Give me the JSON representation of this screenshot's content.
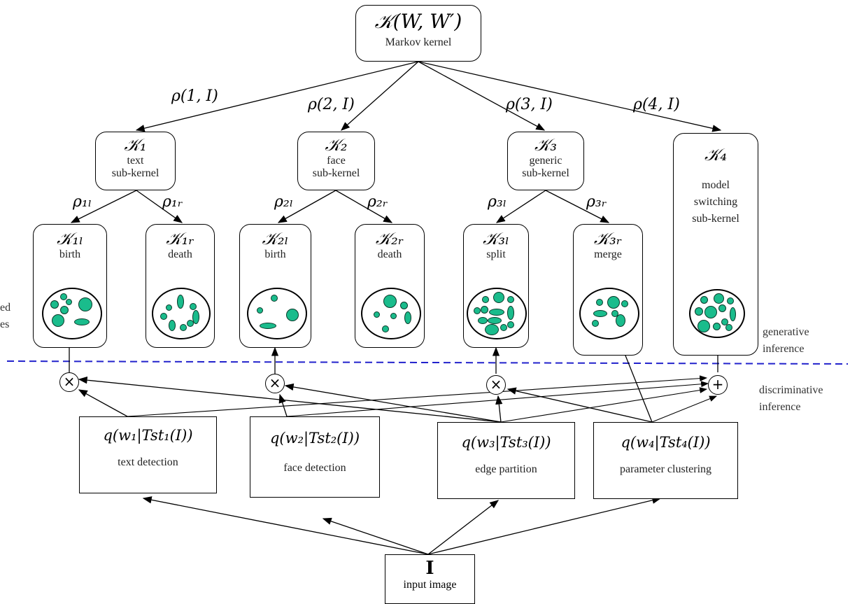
{
  "root": {
    "formula": "𝒦(W, W′)",
    "caption": "Markov kernel"
  },
  "edges_top": [
    "ρ(1, I)",
    "ρ(2, I)",
    "ρ(3, I)",
    "ρ(4, I)"
  ],
  "subkernels": [
    {
      "symbol": "𝒦₁",
      "caption_lines": [
        "text",
        "sub-kernel"
      ]
    },
    {
      "symbol": "𝒦₂",
      "caption_lines": [
        "face",
        "sub-kernel"
      ]
    },
    {
      "symbol": "𝒦₃",
      "caption_lines": [
        "generic",
        "sub-kernel"
      ]
    },
    {
      "symbol": "𝒦₄",
      "caption_lines": [
        "model",
        "switching",
        "sub-kernel"
      ]
    }
  ],
  "edges_mid": [
    "ρ₁ₗ",
    "ρ₁ᵣ",
    "ρ₂ₗ",
    "ρ₂ᵣ",
    "ρ₃ₗ",
    "ρ₃ᵣ"
  ],
  "leaves": [
    {
      "symbol": "𝒦₁ₗ",
      "caption": "birth"
    },
    {
      "symbol": "𝒦₁ᵣ",
      "caption": "death"
    },
    {
      "symbol": "𝒦₂ₗ",
      "caption": "birth"
    },
    {
      "symbol": "𝒦₂ᵣ",
      "caption": "death"
    },
    {
      "symbol": "𝒦₃ₗ",
      "caption": "split"
    },
    {
      "symbol": "𝒦₃ᵣ",
      "caption": "merge"
    }
  ],
  "side_labels": {
    "left_cut": [
      "ed",
      "es"
    ],
    "generative": [
      "generative",
      "inference"
    ],
    "discriminative": [
      "discriminative",
      "inference"
    ]
  },
  "operators": [
    "×",
    "×",
    "×",
    "+"
  ],
  "detectors": [
    {
      "formula": "q(w₁|Tst₁(I))",
      "caption": "text detection"
    },
    {
      "formula": "q(w₂|Tst₂(I))",
      "caption": "face detection"
    },
    {
      "formula": "q(w₃|Tst₃(I))",
      "caption": "edge partition"
    },
    {
      "formula": "q(w₄|Tst₄(I))",
      "caption": "parameter clustering"
    }
  ],
  "input": {
    "symbol": "I",
    "caption": "input image"
  },
  "colors": {
    "blob_fill": "#1abc8c",
    "dashed_line": "#2222cc"
  }
}
